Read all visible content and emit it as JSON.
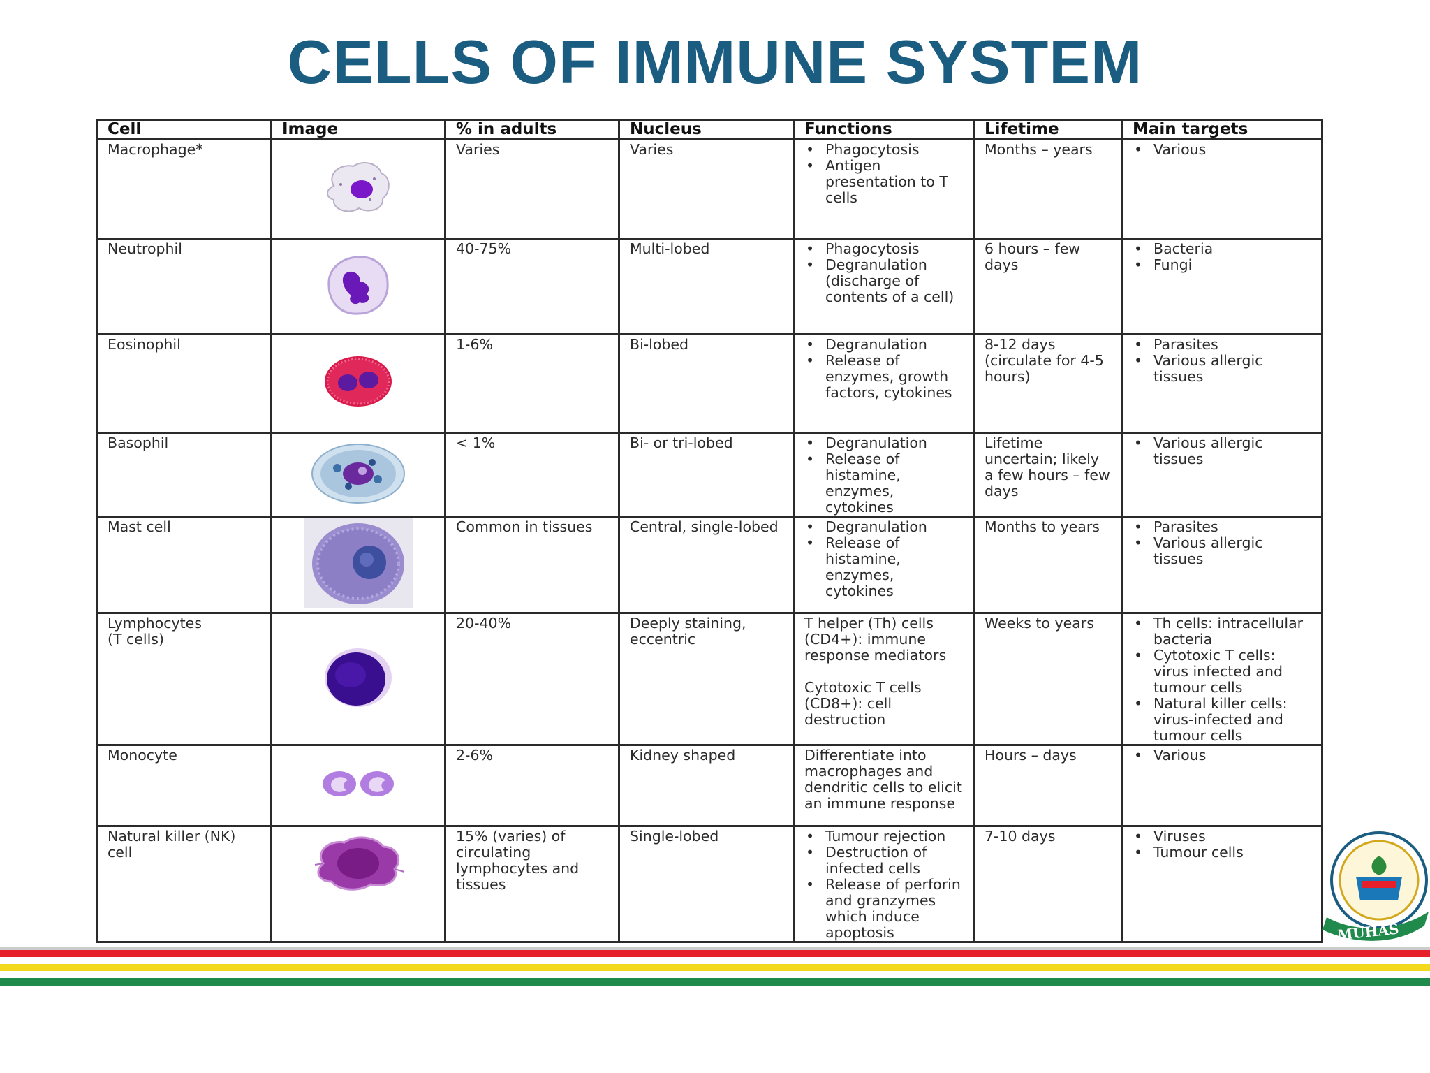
{
  "title": "CELLS OF IMMUNE SYSTEM",
  "table": {
    "headers": [
      "Cell",
      "Image",
      "% in adults",
      "Nucleus",
      "Functions",
      "Lifetime",
      "Main targets"
    ],
    "rows": [
      {
        "cell": "Macrophage*",
        "image": "macrophage-cell-icon",
        "pct": "Varies",
        "nucleus": "Varies",
        "functions": [
          "Phagocytosis",
          "Antigen presentation to T cells"
        ],
        "lifetime": "Months – years",
        "targets": [
          "Various"
        ]
      },
      {
        "cell": "Neutrophil",
        "image": "neutrophil-cell-icon",
        "pct": "40-75%",
        "nucleus": "Multi-lobed",
        "functions": [
          "Phagocytosis",
          "Degranulation (discharge of contents of a cell)"
        ],
        "lifetime": "6 hours – few days",
        "targets": [
          "Bacteria",
          "Fungi"
        ]
      },
      {
        "cell": "Eosinophil",
        "image": "eosinophil-cell-icon",
        "pct": "1-6%",
        "nucleus": "Bi-lobed",
        "functions": [
          "Degranulation",
          "Release of enzymes, growth factors, cytokines"
        ],
        "lifetime": "8-12 days (circulate for 4-5 hours)",
        "targets": [
          "Parasites",
          "Various allergic tissues"
        ]
      },
      {
        "cell": "Basophil",
        "image": "basophil-cell-icon",
        "pct": "< 1%",
        "nucleus": "Bi- or tri-lobed",
        "functions": [
          "Degranulation",
          "Release of histamine, enzymes, cytokines"
        ],
        "lifetime": "Lifetime uncertain; likely a few hours – few days",
        "targets": [
          "Various allergic tissues"
        ]
      },
      {
        "cell": "Mast cell",
        "image": "mast-cell-icon",
        "pct": "Common in tissues",
        "nucleus": "Central, single-lobed",
        "functions": [
          "Degranulation",
          "Release of histamine, enzymes, cytokines"
        ],
        "lifetime": "Months to years",
        "targets": [
          "Parasites",
          "Various allergic tissues"
        ]
      },
      {
        "cell": "Lymphocytes\n(T cells)",
        "image": "lymphocyte-cell-icon",
        "pct": "20-40%",
        "nucleus": "Deeply staining, eccentric",
        "functions_text": "T helper (Th) cells (CD4+): immune response mediators\n\nCytotoxic T cells (CD8+): cell destruction",
        "lifetime": "Weeks to years",
        "targets": [
          "Th cells: intracellular bacteria",
          "Cytotoxic T cells: virus infected and tumour cells",
          "Natural killer cells: virus-infected and tumour cells"
        ]
      },
      {
        "cell": "Monocyte",
        "image": "monocyte-cell-icon",
        "pct": "2-6%",
        "nucleus": "Kidney shaped",
        "functions_text": "Differentiate into macrophages and dendritic cells to elicit an immune response",
        "lifetime": "Hours – days",
        "targets": [
          "Various"
        ]
      },
      {
        "cell": "Natural killer (NK) cell",
        "image": "nk-cell-icon",
        "pct": "15% (varies) of circulating lymphocytes and tissues",
        "nucleus": "Single-lobed",
        "functions": [
          "Tumour rejection",
          "Destruction of infected cells",
          "Release of perforin and granzymes which induce apoptosis"
        ],
        "lifetime": "7-10 days",
        "targets": [
          "Viruses",
          "Tumour cells"
        ]
      }
    ]
  },
  "logo": {
    "name": "university-seal-logo",
    "label": "MUHAS"
  },
  "colors": {
    "title": "#1a5d80",
    "stripe_red": "#e5202a",
    "stripe_yellow": "#f2d91c",
    "stripe_green": "#1f8a4c"
  }
}
